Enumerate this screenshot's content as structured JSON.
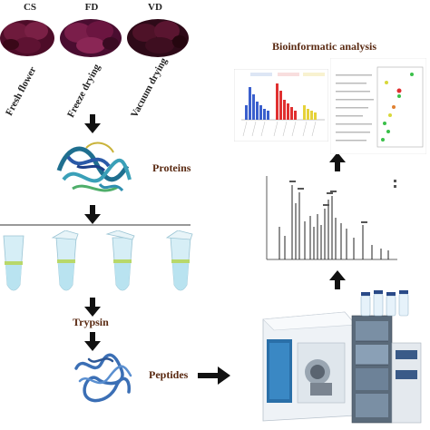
{
  "samples": [
    {
      "code": "CS",
      "name": "Fresh flower"
    },
    {
      "code": "FD",
      "name": "Freeze drying"
    },
    {
      "code": "VD",
      "name": "Vacuum drying"
    }
  ],
  "steps": {
    "proteins": "Proteins",
    "trypsin": "Trypsin",
    "peptides": "Peptides"
  },
  "analysis": {
    "title": "Bioinformatic analysis"
  },
  "colors": {
    "step_text": "#5a2a12",
    "arrow": "#111111",
    "flower": "#5b1030",
    "tube_liquid": "#b9e3f0",
    "pellet": "#b8d86a",
    "bar_blue": "#3a5fcd",
    "bar_red": "#e03030",
    "bar_yellow": "#e6d23a",
    "protein_ribbon": "#2a7fa0",
    "peptide": "#3b6fb5"
  },
  "icons": [
    "down-arrow-icon",
    "up-arrow-icon",
    "right-arrow-icon",
    "microtube-icon",
    "protein-structure-icon",
    "peptide-chain-icon",
    "mass-spectrometer-icon",
    "chromatogram-icon",
    "bar-chart-icon",
    "bubble-plot-icon"
  ]
}
